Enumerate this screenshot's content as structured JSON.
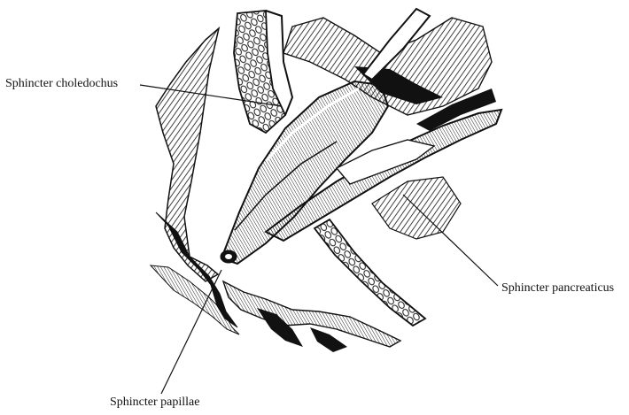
{
  "labels": {
    "choledochus": "Sphincter choledochus",
    "pancreaticus": "Sphincter pancreaticus",
    "papillae": "Sphincter papillae"
  },
  "colors": {
    "ink": "#111111",
    "paper": "#ffffff"
  }
}
